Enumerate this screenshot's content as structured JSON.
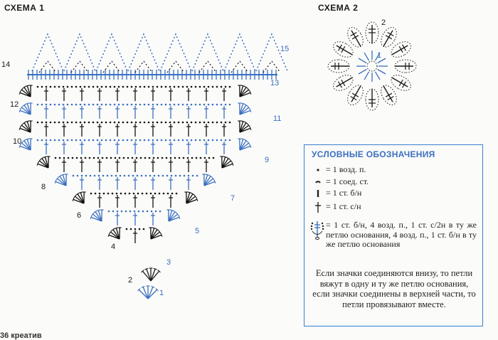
{
  "scheme1": {
    "title": "СХЕМА 1"
  },
  "scheme2": {
    "title": "СХЕМА 2",
    "row_labels": [
      "1",
      "2"
    ]
  },
  "row_numbers": [
    "1",
    "2",
    "3",
    "4",
    "5",
    "6",
    "7",
    "8",
    "9",
    "10",
    "11",
    "12",
    "13",
    "14",
    "15"
  ],
  "legend": {
    "heading": "УСЛОВНЫЕ ОБОЗНАЧЕНИЯ",
    "items": [
      {
        "symbol": "chain-stitch-icon",
        "text": "= 1 возд. п."
      },
      {
        "symbol": "slip-stitch-icon",
        "text": "= 1 соед. ст."
      },
      {
        "symbol": "single-crochet-icon",
        "text": "= 1 ст. б/н"
      },
      {
        "symbol": "double-crochet-icon",
        "text": "= 1 ст. с/н"
      }
    ],
    "picot_text": "= 1 ст. б/н, 4 возд. п., 1 ст. с/2н в ту же петлю основания, 4 возд. п., 1 ст. б/н в ту же петлю основания",
    "note": "Если значки соединяются внизу, то петли вяжут в одну и ту же петлю основания, если значки соединены в верхней части, то петли провязывают вместе."
  },
  "footer": {
    "text": "36 креатив"
  },
  "colors": {
    "blue": "#3a6fc0",
    "black": "#1a1a1a",
    "border": "#3a7fd0"
  }
}
